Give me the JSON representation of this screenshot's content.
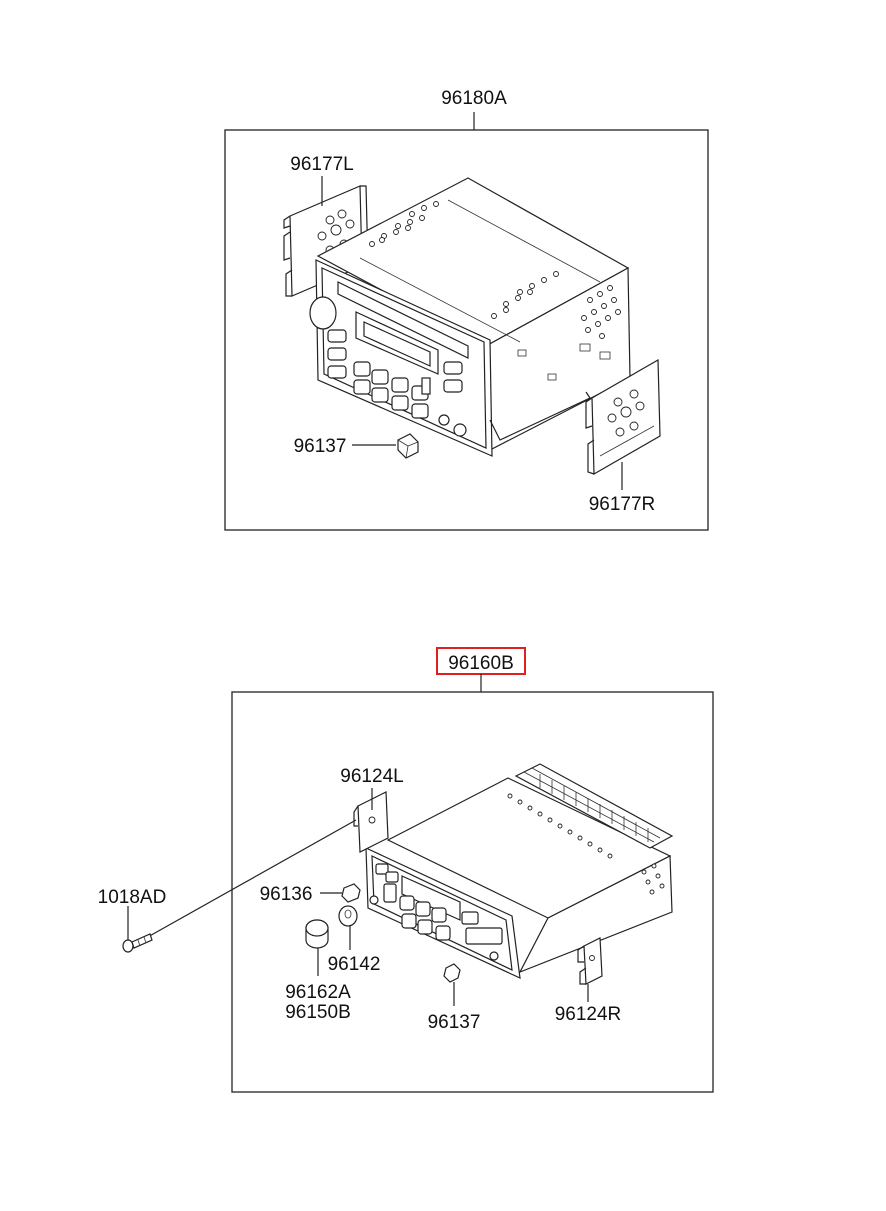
{
  "assemblies": [
    {
      "part_number": "96180A",
      "highlighted": false,
      "callouts": [
        "96177L",
        "96137",
        "96177R"
      ]
    },
    {
      "part_number": "96160B",
      "highlighted": true,
      "callouts": [
        "96124L",
        "1018AD",
        "96136",
        "96142",
        "96162A",
        "96150B",
        "96137",
        "96124R"
      ]
    }
  ],
  "highlight_color": "#e02020"
}
